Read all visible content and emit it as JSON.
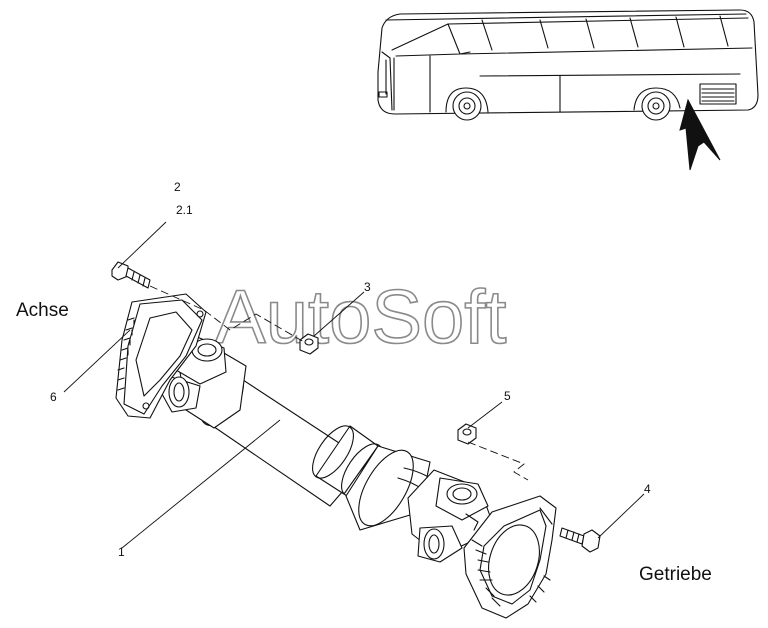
{
  "watermark": "AutoSoft",
  "callouts": {
    "part_1": "1",
    "part_2": "2",
    "part_2_1": "2.1",
    "part_3": "3",
    "part_4": "4",
    "part_5": "5",
    "part_6": "6"
  },
  "sides": {
    "left": "Achse",
    "right": "Getriebe"
  },
  "colors": {
    "line": "#111111",
    "watermark": "#8a8a8a",
    "background": "#ffffff"
  }
}
